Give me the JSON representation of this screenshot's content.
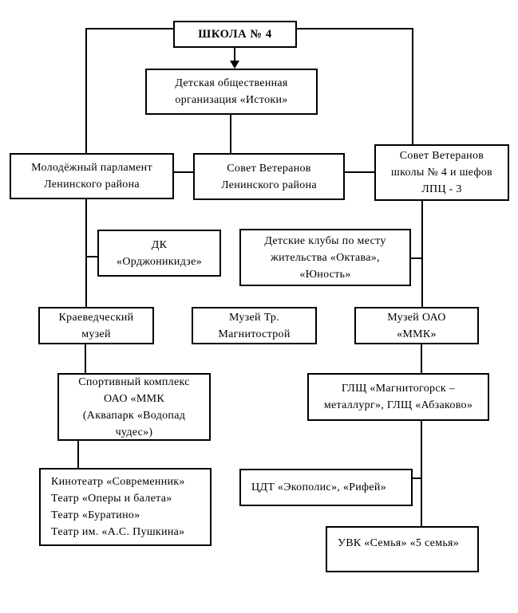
{
  "diagram": {
    "type": "org-flowchart",
    "colors": {
      "background": "#ffffff",
      "border": "#000000",
      "line": "#000000",
      "text": "#000000"
    },
    "nodes": {
      "school": {
        "text": "ШКОЛА № 4"
      },
      "istoki": {
        "text": "Детская общественная\nорганизация «Истоки»"
      },
      "parliament": {
        "text": "Молодёжный парламент\nЛенинского района"
      },
      "sovet_len": {
        "text": "Совет Ветеранов\nЛенинского района"
      },
      "sovet_school": {
        "text": "Совет Ветеранов\nшколы № 4 и шефов\nЛПЦ - 3"
      },
      "dk": {
        "text": "ДК\n«Орджоникидзе»"
      },
      "clubs": {
        "text": "Детские клубы по месту\nжительства «Октава»,\n«Юность»"
      },
      "kraeved": {
        "text": "Краеведческий\nмузей"
      },
      "muzey_tr": {
        "text": "Музей Тр.\nМагнитострой"
      },
      "muzey_oao": {
        "text": "Музей ОАО\n«ММК»"
      },
      "sport": {
        "text": "Спортивный комплекс\nОАО «ММК\n(Аквапарк «Водопад\nчудес»)"
      },
      "glc": {
        "text": "ГЛЩ «Магнитогорск –\nметаллург», ГЛЩ «Абзаково»"
      },
      "kino": {
        "text": "Кинотеатр «Современник»\nТеатр «Оперы и балета»\nТеатр «Буратино»\nТеатр им. «А.С. Пушкина»"
      },
      "cdt": {
        "text": "ЦДТ «Экополис», «Рифей»"
      },
      "uvk": {
        "text": "УВК «Семья» «5 семья»"
      }
    }
  }
}
